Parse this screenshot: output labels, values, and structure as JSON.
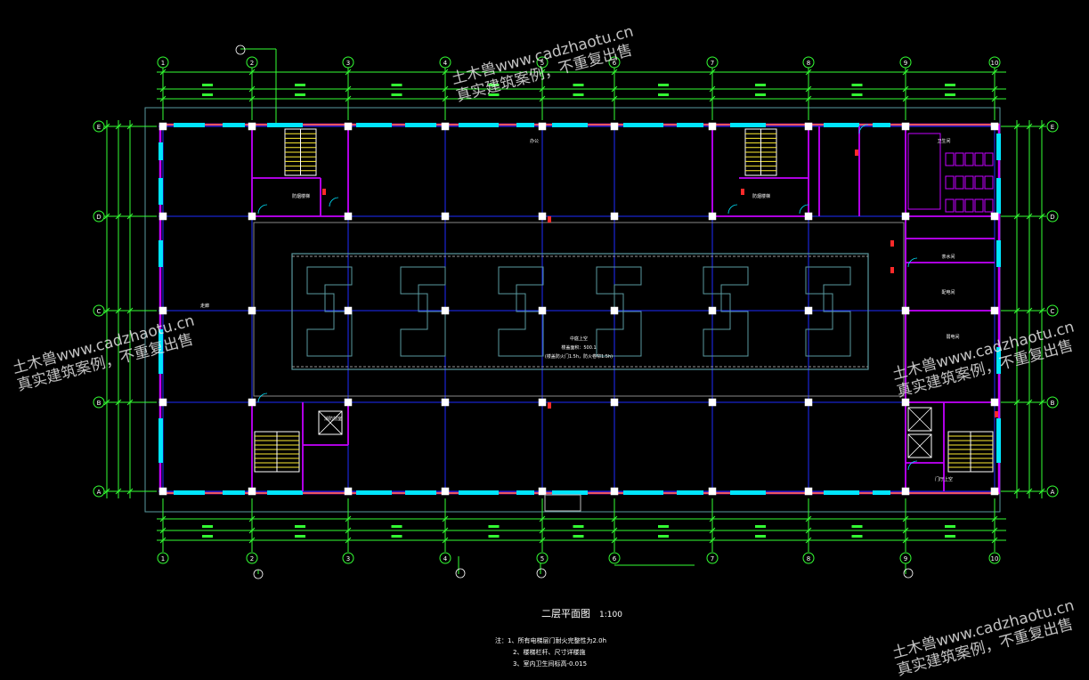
{
  "drawing": {
    "title": "二层平面图",
    "scale": "1:100",
    "notes": [
      "注：1、所有电梯层门耐火完整性为2.0h",
      "2、楼梯栏杆、尺寸详楼施",
      "3、室内卫生间标高-0.015"
    ],
    "grid_axes_x": [
      "1",
      "2",
      "3",
      "4",
      "5",
      "6",
      "7",
      "8",
      "9",
      "10"
    ],
    "grid_axes_y": [
      "A",
      "B",
      "C",
      "D",
      "E"
    ],
    "atrium_labels": [
      "中庭上空",
      "楼盖面积：500.1",
      "(楼盖防火门1.5h，防火卷帘1.5h)"
    ],
    "room_labels": [
      "防烟楼梯",
      "电梯",
      "消防前室",
      "走廊",
      "办公",
      "卫生间",
      "配电间",
      "茶水间",
      "门厅上空",
      "弱电间"
    ],
    "colors": {
      "background": "#000000",
      "axis_lines": "#1e2dff",
      "walls": "#c400ff",
      "windows": "#00e5ff",
      "dimensions": "#33ff33",
      "columns": "#ffffff",
      "outline": "#5a9aa0",
      "fire_hydrant": "#ff2a2a"
    }
  },
  "watermarks": [
    {
      "line1": "土木兽www.cadzhaotu.cn",
      "line2": "真实建筑案例，不重复出售"
    },
    {
      "line1": "土木兽www.cadzhaotu.cn",
      "line2": "真实建筑案例，不重复出售"
    },
    {
      "line1": "土木兽www.cadzhaotu.cn",
      "line2": "真实建筑案例，不重复出售"
    },
    {
      "line1": "土木兽www.cadzhaotu.cn",
      "line2": "真实建筑案例，不重复出售"
    }
  ]
}
